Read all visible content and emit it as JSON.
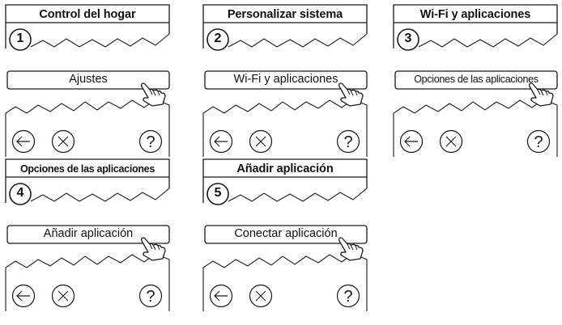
{
  "panels": [
    {
      "title": "Control del hogar",
      "step": "1",
      "button": "Ajustes",
      "cursor_icon": "pointing-hand-icon"
    },
    {
      "title": "Personalizar sistema",
      "step": "2",
      "button": "Wi-Fi y aplicaciones",
      "cursor_icon": "pointing-hand-icon"
    },
    {
      "title": "Wi-Fi y aplicaciones",
      "step": "3",
      "button": "Opciones de las aplicaciones",
      "cursor_icon": "pointing-hand-icon"
    },
    {
      "title": "Opciones de las aplicaciones",
      "step": "4",
      "button": "Añadir aplicación",
      "cursor_icon": "pointing-hand-icon"
    },
    {
      "title": "Añadir aplicación",
      "step": "5",
      "button": "Conectar aplicación",
      "cursor_icon": "pointing-hand-icon"
    }
  ],
  "footer_icons": [
    "back-arrow-icon",
    "cancel-x-icon",
    "help-question-icon"
  ],
  "help_glyph": "?",
  "colors": {
    "line": "#1a1a1a",
    "background": "#ffffff"
  }
}
